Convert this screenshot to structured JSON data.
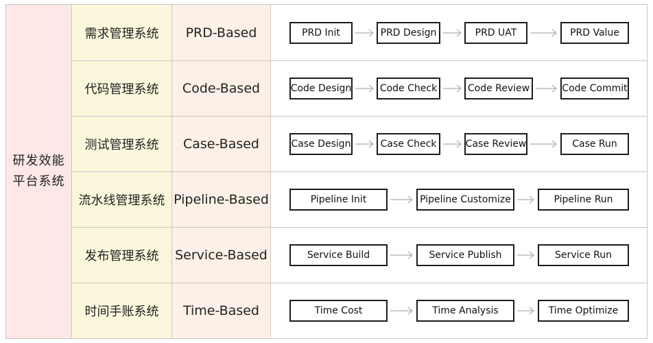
{
  "platform": {
    "line1": "研发效能",
    "line2": "平台系统"
  },
  "rows": [
    {
      "system": "需求管理系统",
      "based": "PRD-Based",
      "steps": [
        "PRD Init",
        "PRD Design",
        "PRD UAT",
        "PRD Value"
      ]
    },
    {
      "system": "代码管理系统",
      "based": "Code-Based",
      "steps": [
        "Code Design",
        "Code Check",
        "Code Review",
        "Code Commit"
      ]
    },
    {
      "system": "测试管理系统",
      "based": "Case-Based",
      "steps": [
        "Case Design",
        "Case Check",
        "Case Review",
        "Case Run"
      ]
    },
    {
      "system": "流水线管理系统",
      "based": "Pipeline-Based",
      "steps": [
        "Pipeline Init",
        "Pipeline Customize",
        "Pipeline Run"
      ]
    },
    {
      "system": "发布管理系统",
      "based": "Service-Based",
      "steps": [
        "Service Build",
        "Service Publish",
        "Service Run"
      ]
    },
    {
      "system": "时间手账系统",
      "based": "Time-Based",
      "steps": [
        "Time Cost",
        "Time Analysis",
        "Time Optimize"
      ]
    }
  ]
}
